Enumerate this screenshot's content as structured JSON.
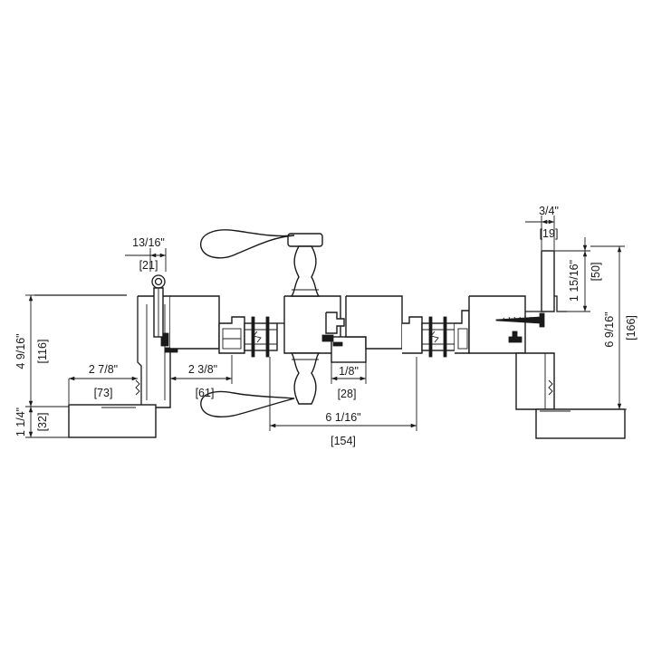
{
  "colors": {
    "line": "#1a1a1a",
    "background": "#ffffff"
  },
  "dimensions": {
    "d_13_16": {
      "imperial": "13/16\"",
      "metric": "[21]"
    },
    "d_3_4": {
      "imperial": "3/4\"",
      "metric": "[19]"
    },
    "d_4_9_16": {
      "imperial": "4 9/16\"",
      "metric": "[116]"
    },
    "d_1_1_4": {
      "imperial": "1 1/4\"",
      "metric": "[32]"
    },
    "d_2_7_8": {
      "imperial": "2 7/8\"",
      "metric": "[73]"
    },
    "d_2_3_8": {
      "imperial": "2 3/8\"",
      "metric": "[61]"
    },
    "d_1_8": {
      "imperial": "1/8\"",
      "metric": "[28]"
    },
    "d_6_1_16": {
      "imperial": "6 1/16\"",
      "metric": "[154]"
    },
    "d_1_15_16": {
      "imperial": "1 15/16\"",
      "metric": "[50]"
    },
    "d_6_9_16": {
      "imperial": "6 9/16\"",
      "metric": "[166]"
    }
  }
}
